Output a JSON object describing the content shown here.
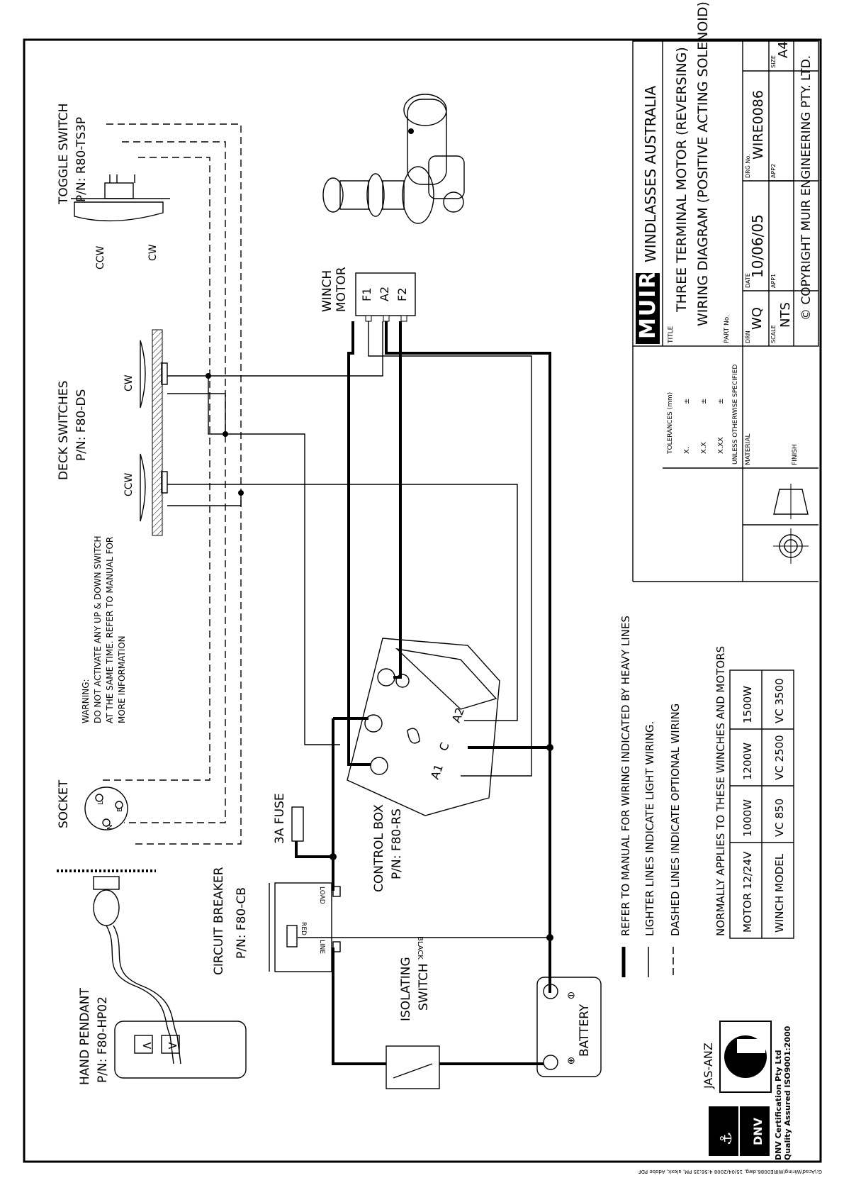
{
  "labels": {
    "toggle_switch": "TOGGLE SWITCH",
    "toggle_pn": "P/N: R80-TS3P",
    "ccw_top": "CCW",
    "cw_top": "CW",
    "deck_switches": "DECK SWITCHES",
    "deck_pn": "P/N: F80-DS",
    "deck_cw": "CW",
    "deck_ccw": "CCW",
    "winch_motor_1": "WINCH",
    "winch_motor_2": "MOTOR",
    "term_f1": "F1",
    "term_a2": "A2",
    "term_f2": "F2",
    "warning_title": "WARNING:",
    "warning_1": "DO NOT ACTIVATE ANY UP & DOWN SWITCH",
    "warning_2": "AT THE SAME TIME. REFER TO MANUAL FOR",
    "warning_3": "MORE INFORMATION",
    "socket": "SOCKET",
    "socket_l": "L",
    "socket_e": "E",
    "socket_n": "N",
    "fuse": "3A FUSE",
    "control_box": "CONTROL BOX",
    "control_box_pn": "P/N: F80-RS",
    "cb_a1": "A1",
    "cb_c": "C",
    "cb_a2": "A2",
    "circuit_breaker": "CIRCUIT BREAKER",
    "circuit_breaker_pn": "P/N: F80-CB",
    "cb_load": "LOAD",
    "cb_red": "RED",
    "cb_line": "LINE",
    "black": "BLACK",
    "hand_pendant": "HAND PENDANT",
    "hand_pendant_pn": "P/N: F80-HP02",
    "isolating_1": "ISOLATING",
    "isolating_2": "SWITCH",
    "battery": "BATTERY"
  },
  "legend": {
    "heavy": "REFER TO MANUAL FOR WIRING INDICATED BY HEAVY LINES",
    "light": "LIGHTER LINES INDICATE LIGHT WIRING.",
    "dashed": "DASHED LINES INDICATE OPTIONAL WIRING",
    "applies": "NORMALLY APPLIES TO THESE WINCHES AND MOTORS"
  },
  "applies_table": {
    "row1": [
      "MOTOR 12/24V",
      "1000W",
      "1200W",
      "1500W"
    ],
    "row2": [
      "WINCH MODEL",
      "VC 850",
      "VC 2500",
      "VC 3500"
    ]
  },
  "title_block": {
    "brand": "MUIR",
    "company": "WINDLASSES AUSTRALIA",
    "title_label": "TITLE",
    "title_1": "THREE TERMINAL MOTOR (REVERSING)",
    "title_2": "WIRING DIAGRAM (POSITIVE ACTING SOLENOID)",
    "part_no": "PART No.",
    "drn_label": "DRN",
    "drn": "WQ",
    "date_label": "DATE",
    "date": "10/06/05",
    "drg_label": "DRG No.",
    "drg": "WIRE0086",
    "size_label": "SIZE",
    "size": "A4",
    "scale_label": "SCALE",
    "scale": "NTS",
    "app1": "APP1",
    "app2": "APP2",
    "copyright": "© COPYRIGHT MUIR ENGINEERING PTY. LTD.",
    "tolerances": "TOLERANCES (mm)",
    "tol_x": "X.",
    "tol_xx": "X.X",
    "tol_xxx": "X.XX",
    "tol_pm": "±",
    "unless": "UNLESS OTHERWISE SPECIFIED",
    "material": "MATERIAL",
    "finish": "FINISH"
  },
  "certification": {
    "jas_anz": "JAS-ANZ",
    "dnv": "DNV",
    "dnv_cert_1": "DNV Certification Pty Ltd",
    "dnv_cert_2": "Quality Assured ISO9001:2000"
  },
  "footer_path": "G:\\Acad\\Wiring\\WIRE0086.dwg, 15/04/2008 4:56:35 PM, alexk, Adobe PDF"
}
